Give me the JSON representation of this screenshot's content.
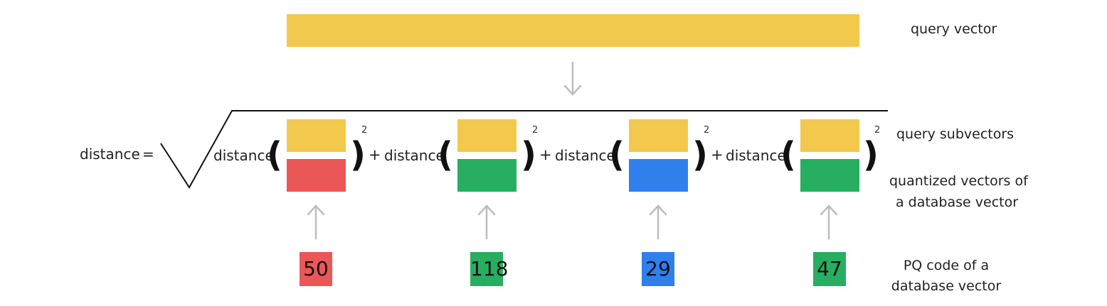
{
  "labels": {
    "query_vector": "query vector",
    "query_subvectors": "query subvectors",
    "quantized_vectors_line1": "quantized vectors of",
    "quantized_vectors_line2": "a database vector",
    "pq_code_line1": "PQ code of a",
    "pq_code_line2": "database vector"
  },
  "formula": {
    "lhs": "distance",
    "equals": "=",
    "term_word": "distance",
    "open_paren": "(",
    "close_paren": ")",
    "exponent": "2",
    "plus": "+"
  },
  "terms": [
    {
      "code": "50",
      "color": "#eb5757"
    },
    {
      "code": "118",
      "color": "#27ae60"
    },
    {
      "code": "29",
      "color": "#2f80ed"
    },
    {
      "code": "47",
      "color": "#27ae60"
    }
  ],
  "colors": {
    "query": "#f2c94c",
    "arrow": "#bdbdbd",
    "line": "#111111"
  }
}
